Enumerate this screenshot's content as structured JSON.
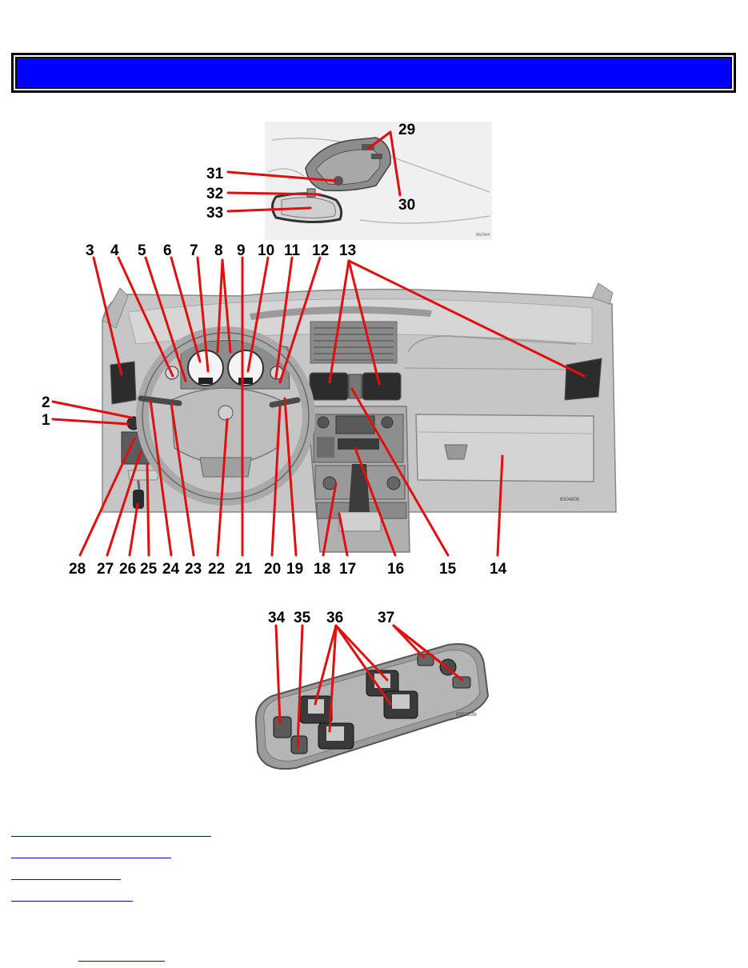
{
  "colors": {
    "banner": "#0000ff",
    "leader": "#e01010",
    "link": "#0000ee"
  },
  "callouts": {
    "c1": "1",
    "c2": "2",
    "c3": "3",
    "c4": "4",
    "c5": "5",
    "c6": "6",
    "c7": "7",
    "c8": "8",
    "c9": "9",
    "c10": "10",
    "c11": "11",
    "c12": "12",
    "c13": "13",
    "c14": "14",
    "c15": "15",
    "c16": "16",
    "c17": "17",
    "c18": "18",
    "c19": "19",
    "c20": "20",
    "c21": "21",
    "c22": "22",
    "c23": "23",
    "c24": "24",
    "c25": "25",
    "c26": "26",
    "c27": "27",
    "c28": "28",
    "c29": "29",
    "c30": "30",
    "c31": "31",
    "c32": "32",
    "c33": "33",
    "c34": "34",
    "c35": "35",
    "c36": "36",
    "c37": "37"
  },
  "figure_codes": {
    "overhead": "8S2944",
    "dashboard": "8S04808",
    "door_panel": "8S52105r"
  }
}
